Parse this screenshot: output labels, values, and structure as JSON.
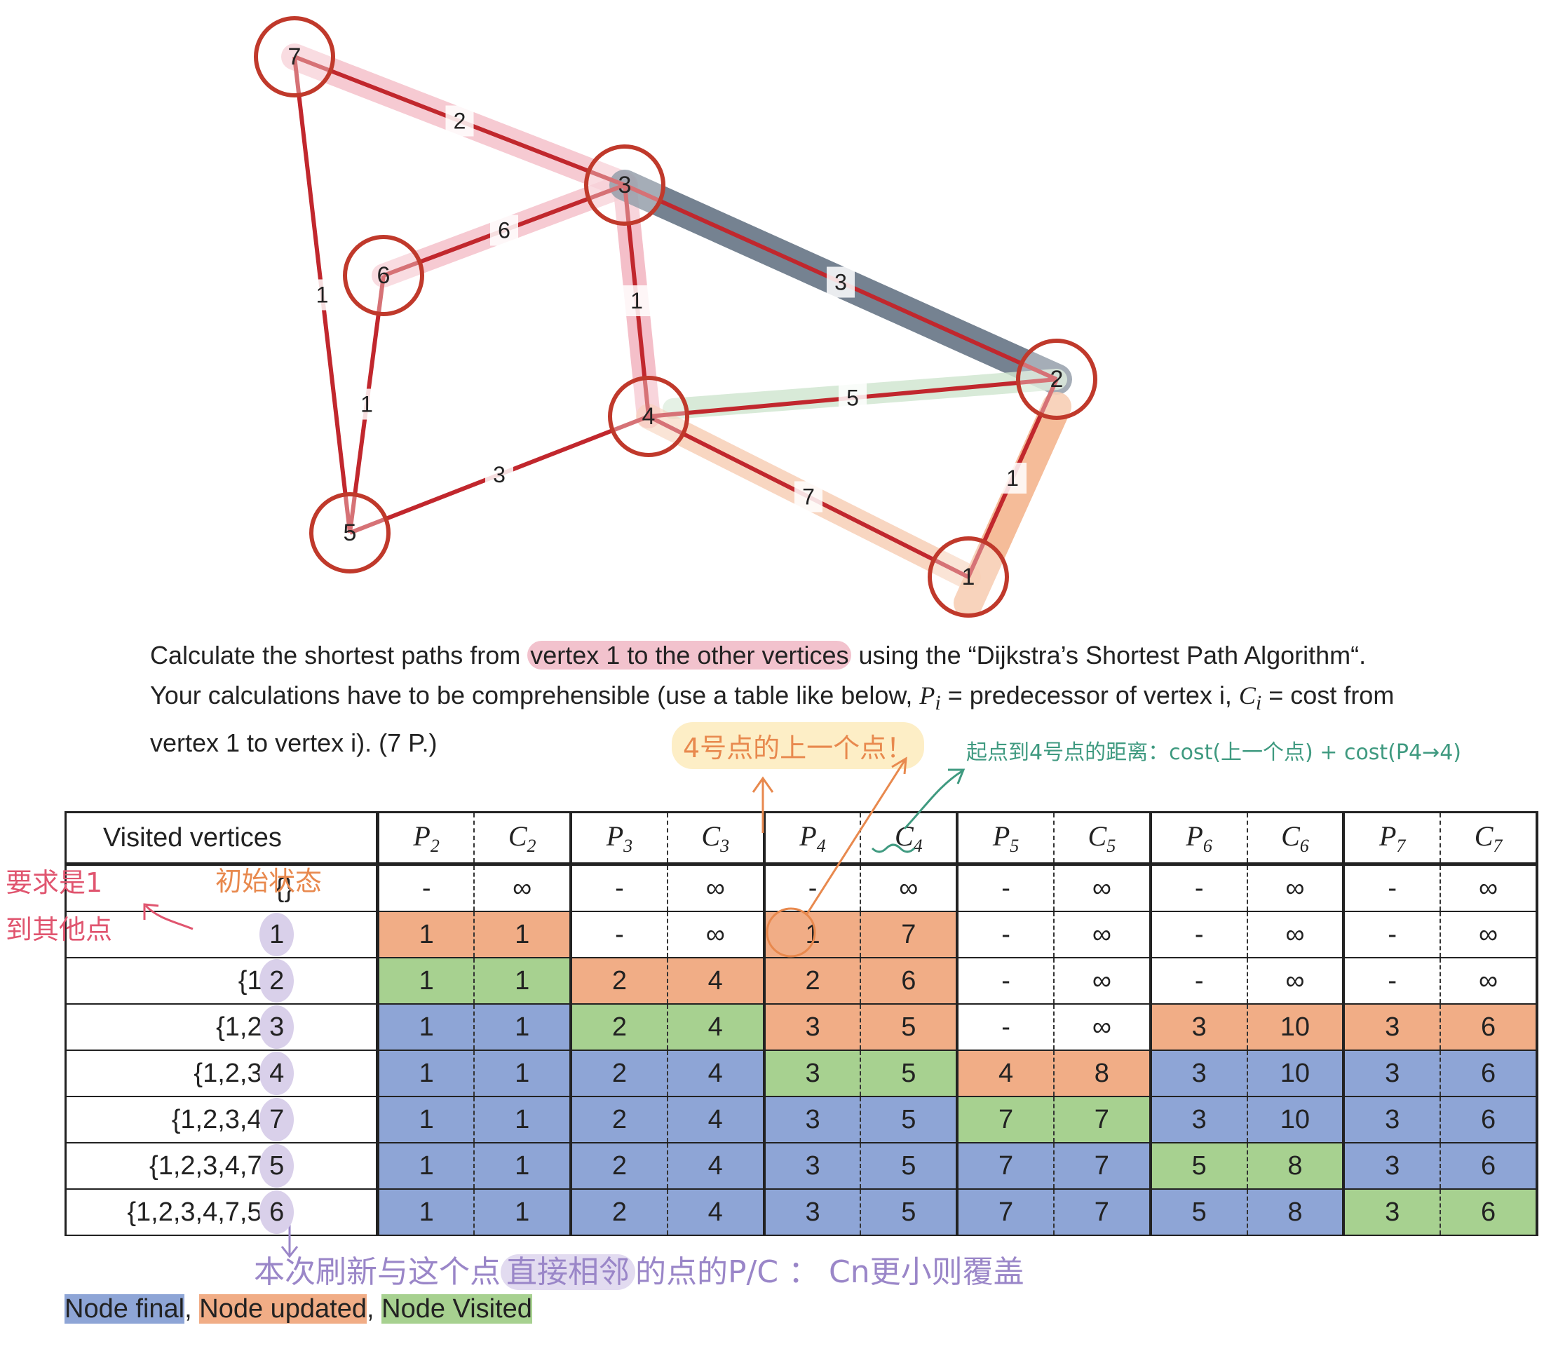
{
  "graph": {
    "nodes": [
      {
        "id": "1",
        "label": "1"
      },
      {
        "id": "2",
        "label": "2"
      },
      {
        "id": "3",
        "label": "3"
      },
      {
        "id": "4",
        "label": "4"
      },
      {
        "id": "5",
        "label": "5"
      },
      {
        "id": "6",
        "label": "6"
      },
      {
        "id": "7",
        "label": "7"
      }
    ],
    "edges": [
      {
        "from": "7",
        "to": "3",
        "weight": "2"
      },
      {
        "from": "7",
        "to": "5",
        "weight": "1"
      },
      {
        "from": "6",
        "to": "3",
        "weight": "6"
      },
      {
        "from": "6",
        "to": "5",
        "weight": "1"
      },
      {
        "from": "3",
        "to": "2",
        "weight": "3"
      },
      {
        "from": "3",
        "to": "4",
        "weight": "1"
      },
      {
        "from": "4",
        "to": "2",
        "weight": "5"
      },
      {
        "from": "4",
        "to": "5",
        "weight": "3"
      },
      {
        "from": "4",
        "to": "1",
        "weight": "7"
      },
      {
        "from": "2",
        "to": "1",
        "weight": "1"
      }
    ],
    "colors": {
      "edge": "#c1272d",
      "node_border": "#c0392b",
      "highlight_pink": "#f3b5c0",
      "highlight_slate": "#5d6d7e",
      "highlight_green": "#cfe6cf",
      "highlight_orange": "#f4b58f"
    }
  },
  "problem": {
    "line1_before": "Calculate the shortest paths from ",
    "line1_highlight": "vertex 1 to the other vertices",
    "line1_after": " using the “Dijkstra’s Shortest Path Algorithm“.",
    "line2_a": "Your calculations have to be comprehensible (use a table like below, ",
    "line2_pi_sym": "P",
    "line2_pi_sub": "i",
    "line2_b": " = predecessor of vertex i, ",
    "line2_ci_sym": "C",
    "line2_ci_sub": "i",
    "line2_c": " = cost from",
    "line3": "vertex 1 to vertex i). (7 P.)"
  },
  "table": {
    "header_label": "Visited vertices",
    "columns": [
      {
        "sym": "P",
        "sub": "2"
      },
      {
        "sym": "C",
        "sub": "2"
      },
      {
        "sym": "P",
        "sub": "3"
      },
      {
        "sym": "C",
        "sub": "3"
      },
      {
        "sym": "P",
        "sub": "4"
      },
      {
        "sym": "C",
        "sub": "4"
      },
      {
        "sym": "P",
        "sub": "5"
      },
      {
        "sym": "C",
        "sub": "5"
      },
      {
        "sym": "P",
        "sub": "6"
      },
      {
        "sym": "C",
        "sub": "6"
      },
      {
        "sym": "P",
        "sub": "7"
      },
      {
        "sym": "C",
        "sub": "7"
      }
    ],
    "rows": [
      {
        "label_main": "{}",
        "label_last": "",
        "label_close": "",
        "cells": [
          "-",
          "∞",
          "-",
          "∞",
          "-",
          "∞",
          "-",
          "∞",
          "-",
          "∞",
          "-",
          "∞"
        ],
        "status": [
          "",
          "",
          "",
          "",
          "",
          "",
          "",
          "",
          "",
          "",
          "",
          ""
        ]
      },
      {
        "label_main": "{",
        "label_last": "1",
        "label_close": "}",
        "cells": [
          "1",
          "1",
          "-",
          "∞",
          "1",
          "7",
          "-",
          "∞",
          "-",
          "∞",
          "-",
          "∞"
        ],
        "status": [
          "updated",
          "updated",
          "",
          "",
          "updated",
          "updated",
          "",
          "",
          "",
          "",
          "",
          ""
        ]
      },
      {
        "label_main": "{1,",
        "label_last": "2",
        "label_close": "}",
        "cells": [
          "1",
          "1",
          "2",
          "4",
          "2",
          "6",
          "-",
          "∞",
          "-",
          "∞",
          "-",
          "∞"
        ],
        "status": [
          "visited",
          "visited",
          "updated",
          "updated",
          "updated",
          "updated",
          "",
          "",
          "",
          "",
          "",
          ""
        ]
      },
      {
        "label_main": "{1,2,",
        "label_last": "3",
        "label_close": "}",
        "cells": [
          "1",
          "1",
          "2",
          "4",
          "3",
          "5",
          "-",
          "∞",
          "3",
          "10",
          "3",
          "6"
        ],
        "status": [
          "final",
          "final",
          "visited",
          "visited",
          "updated",
          "updated",
          "",
          "",
          "updated",
          "updated",
          "updated",
          "updated"
        ]
      },
      {
        "label_main": "{1,2,3,",
        "label_last": "4",
        "label_close": "}",
        "cells": [
          "1",
          "1",
          "2",
          "4",
          "3",
          "5",
          "4",
          "8",
          "3",
          "10",
          "3",
          "6"
        ],
        "status": [
          "final",
          "final",
          "final",
          "final",
          "visited",
          "visited",
          "updated",
          "updated",
          "final",
          "final",
          "final",
          "final"
        ]
      },
      {
        "label_main": "{1,2,3,4,",
        "label_last": "7",
        "label_close": "}",
        "cells": [
          "1",
          "1",
          "2",
          "4",
          "3",
          "5",
          "7",
          "7",
          "3",
          "10",
          "3",
          "6"
        ],
        "status": [
          "final",
          "final",
          "final",
          "final",
          "final",
          "final",
          "visited",
          "visited",
          "final",
          "final",
          "final",
          "final"
        ]
      },
      {
        "label_main": "{1,2,3,4,7,",
        "label_last": "5",
        "label_close": "}",
        "cells": [
          "1",
          "1",
          "2",
          "4",
          "3",
          "5",
          "7",
          "7",
          "5",
          "8",
          "3",
          "6"
        ],
        "status": [
          "final",
          "final",
          "final",
          "final",
          "final",
          "final",
          "final",
          "final",
          "visited",
          "visited",
          "final",
          "final"
        ]
      },
      {
        "label_main": "{1,2,3,4,7,5,",
        "label_last": "6",
        "label_close": "}",
        "cells": [
          "1",
          "1",
          "2",
          "4",
          "3",
          "5",
          "7",
          "7",
          "5",
          "8",
          "3",
          "6"
        ],
        "status": [
          "final",
          "final",
          "final",
          "final",
          "final",
          "final",
          "final",
          "final",
          "final",
          "final",
          "visited",
          "visited"
        ]
      }
    ]
  },
  "legend": {
    "final": "Node final",
    "sep1": ", ",
    "updated": "Node updated",
    "sep2": ", ",
    "visited": "Node Visited"
  },
  "annotations": {
    "predecessor_note": "4号点的上一个点！",
    "cost_note": "起点到4号点的距离：cost(上一个点) + cost(P4→4)",
    "requirement_line1": "要求是1",
    "requirement_line2": "到其他点",
    "initial_state": "初始状态",
    "bottom_a": "本次刷新与这个点",
    "bottom_hl": "直接相邻",
    "bottom_b": "的点的P/C ： Cn更小则覆盖"
  }
}
